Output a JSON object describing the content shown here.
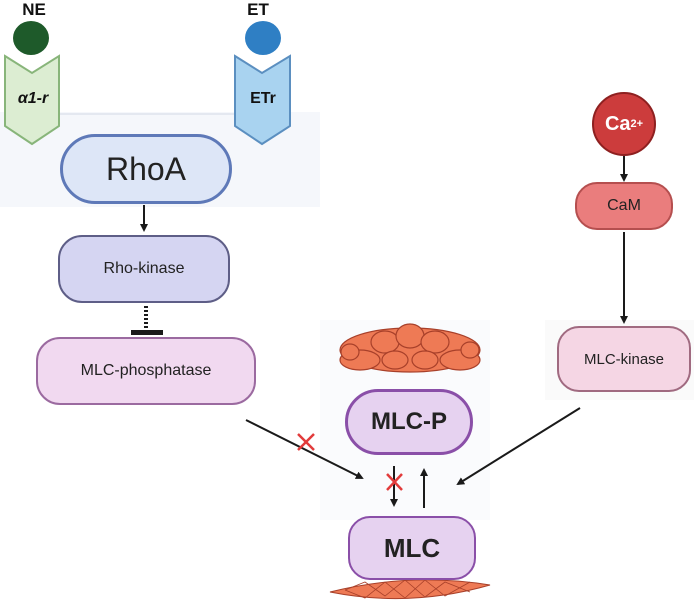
{
  "ligands": {
    "ne": {
      "label": "NE",
      "color": "#1e5a2a"
    },
    "et": {
      "label": "ET",
      "color": "#2f7fc4"
    }
  },
  "receptors": {
    "a1r": {
      "label": "α1-r",
      "fill": "#dcedd2",
      "stroke": "#88b57a"
    },
    "etr": {
      "label": "ETr",
      "fill": "#a9d3f0",
      "stroke": "#5b8fc0"
    }
  },
  "nodes": {
    "rhoa": {
      "label": "RhoA",
      "fill": "#dde6f7",
      "stroke": "#5e79b8"
    },
    "rho_kinase": {
      "label": "Rho-kinase",
      "fill": "#d5d5f2",
      "stroke": "#5e5e87"
    },
    "mlc_phosphatase": {
      "label": "MLC-phosphatase",
      "fill": "#f1d9f0",
      "stroke": "#9b6aa0"
    },
    "ca": {
      "label": "Ca",
      "superscript": "2+",
      "fill": "#cc3c3c",
      "stroke": "#8e2020"
    },
    "cam": {
      "label": "CaM",
      "fill": "#ea7d7d",
      "stroke": "#b54f4f"
    },
    "mlc_kinase": {
      "label": "MLC-kinase",
      "fill": "#f5d6e4",
      "stroke": "#a06a80"
    },
    "mlc_p": {
      "label": "MLC-P",
      "fill": "#e6d2f0",
      "stroke": "#8a4fa8"
    },
    "mlc": {
      "label": "MLC",
      "fill": "#e6d2f0",
      "stroke": "#8a4fa8"
    }
  },
  "colors": {
    "arrow": "#1a1a1a",
    "inhibit_mark": "#e23b3b",
    "muscle": "#ee7a55",
    "muscle_outline": "#a8402a"
  }
}
